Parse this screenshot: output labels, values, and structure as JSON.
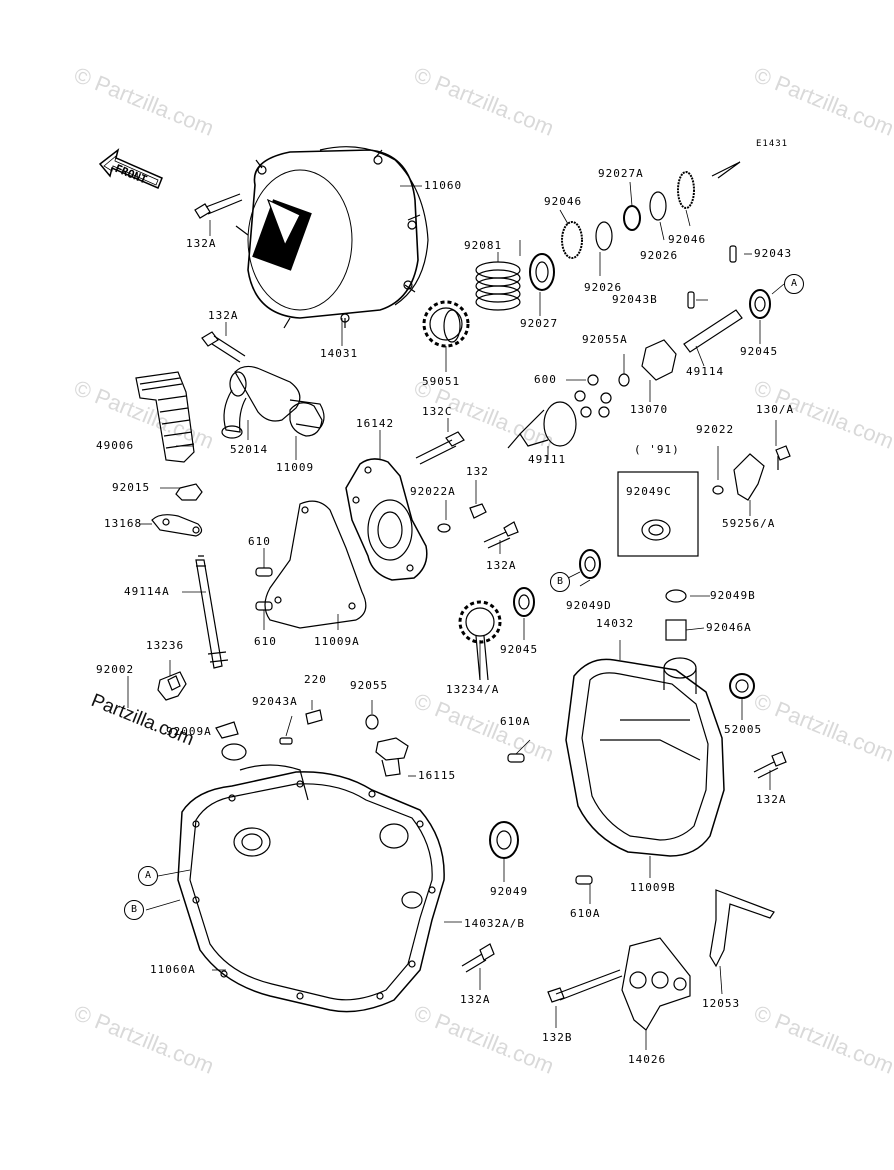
{
  "diagram_code": "E1431",
  "front_label": "FRONT",
  "brand_label": "Partzilla.com",
  "watermark": "© Partzilla.com",
  "callouts": {
    "A": "A",
    "B": "B"
  },
  "variant_91": "( '91)",
  "parts": [
    "11060",
    "132A",
    "14031",
    "132A",
    "52014",
    "11009",
    "49006",
    "92015",
    "13168",
    "49114A",
    "13236",
    "92002",
    "610",
    "610",
    "11009A",
    "16142",
    "132C",
    "92022A",
    "132",
    "132A",
    "92081",
    "59051",
    "92046",
    "92027A",
    "92046",
    "92027",
    "92026",
    "92026",
    "92043",
    "92043B",
    "92045",
    "49114",
    "92055A",
    "600",
    "13070",
    "49111",
    "92022",
    "130/A",
    "92049C",
    "59256/A",
    "92049D",
    "92045",
    "13234/A",
    "92049B",
    "14032",
    "92046A",
    "52005",
    "132A",
    "610A",
    "220",
    "92055",
    "92043A",
    "16115",
    "92049",
    "14032A/B",
    "11060A",
    "132A",
    "610A",
    "11009B",
    "132B",
    "14026",
    "12053",
    "92009A"
  ]
}
